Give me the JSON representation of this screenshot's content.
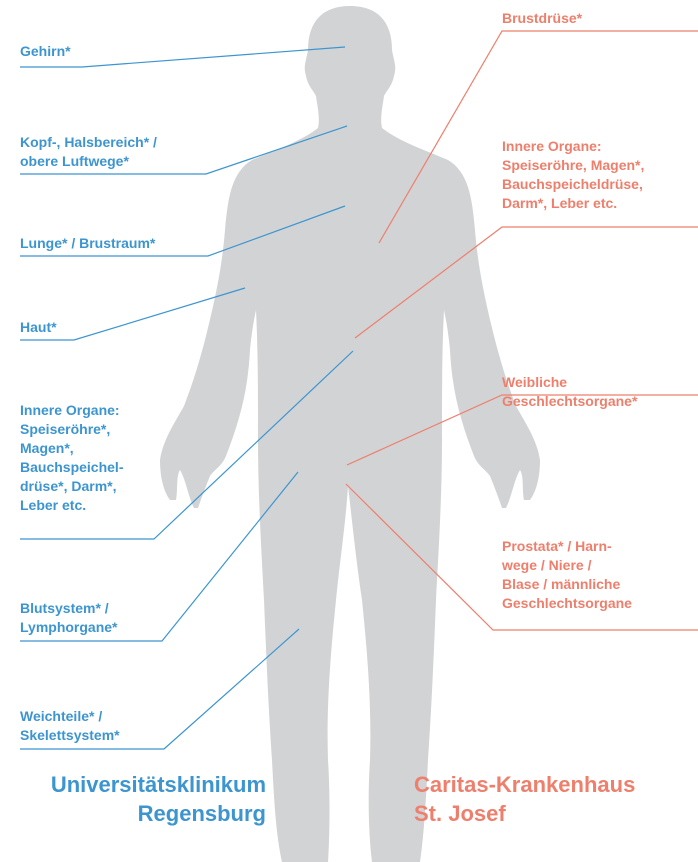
{
  "colors": {
    "blue": "#3d95cf",
    "red": "#ee7f6c",
    "body": "#d2d3d5"
  },
  "left_labels": [
    {
      "id": "gehirn",
      "text": "Gehirn*"
    },
    {
      "id": "kopf",
      "text": "Kopf-, Halsbereich* /\nobere Luftwege*"
    },
    {
      "id": "lunge",
      "text": "Lunge* / Brustraum*"
    },
    {
      "id": "haut",
      "text": "Haut*"
    },
    {
      "id": "innere",
      "text": "Innere Organe:\nSpeiseröhre*,\nMagen*,\nBauchspeichel-\ndrüse*, Darm*,\nLeber etc."
    },
    {
      "id": "blut",
      "text": "Blutsystem* /\nLymphorgane*"
    },
    {
      "id": "weich",
      "text": "Weichteile* /\nSkelettsystem*"
    }
  ],
  "right_labels": [
    {
      "id": "brust",
      "text": "Brustdrüse*"
    },
    {
      "id": "innere_r",
      "text": "Innere Organe:\nSpeiseröhre, Magen*,\nBauchspeicheldrüse,\nDarm*, Leber etc."
    },
    {
      "id": "weibl",
      "text": "Weibliche\nGeschlechtsorgane*"
    },
    {
      "id": "prostata",
      "text": "Prostata* / Harn-\nwege / Niere /\nBlase / männliche\nGeschlechtsorgane"
    }
  ],
  "hospitals": {
    "left": "Universitätsklinikum\nRegensburg",
    "right": "Caritas-Krankenhaus\nSt. Josef"
  }
}
